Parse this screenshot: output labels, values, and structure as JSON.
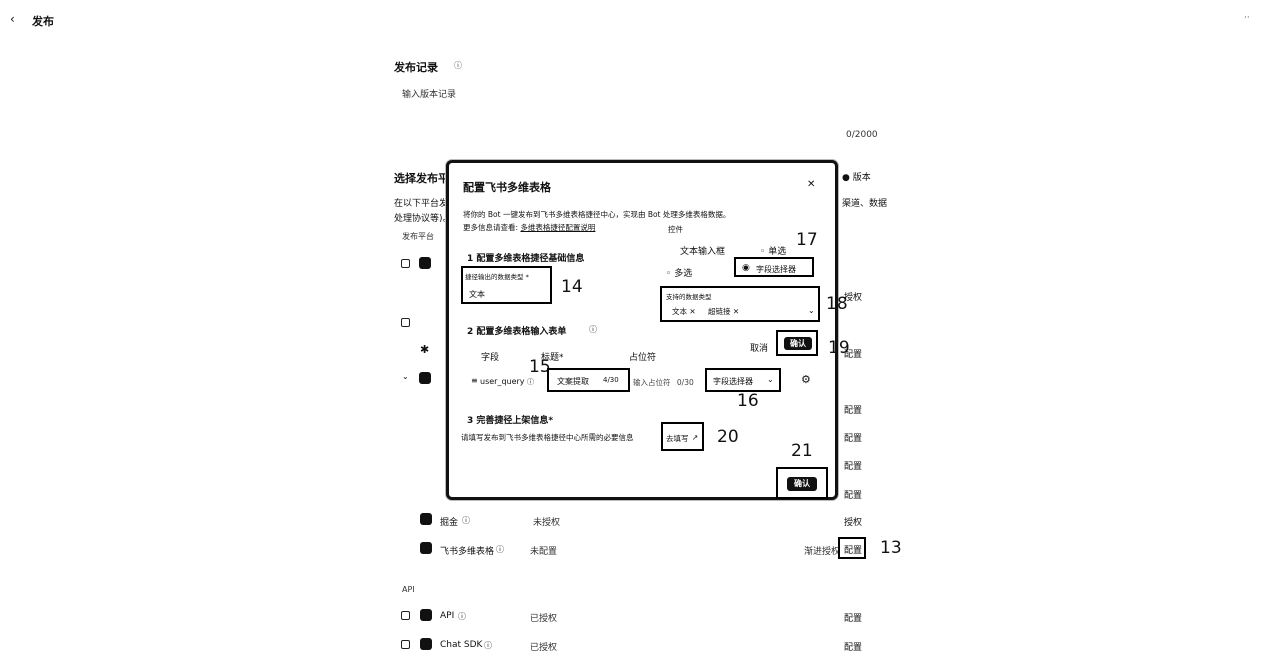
{
  "header": {
    "back_icon": "chevron-left-icon",
    "title": "发布"
  },
  "publish_record": {
    "title": "发布记录",
    "placeholder": "输入版本记录",
    "counter": "0/2000"
  },
  "platform_section": {
    "title": "选择发布平",
    "desc": "在以下平台发",
    "desc2": "处理协议等)。",
    "right_text": "渠道、数据",
    "platform_col": "发布平台",
    "right_note": "版本"
  },
  "rows": [
    {
      "label": "掘金",
      "status": "未授权",
      "action": "授权"
    },
    {
      "label": "飞书多维表格",
      "status": "未配置",
      "pending": "渐进授权",
      "action": "配置"
    }
  ],
  "right_actions": [
    "授权",
    "配置",
    "配置",
    "配置",
    "配置",
    "配置"
  ],
  "api_section": {
    "title": "API",
    "rows": [
      {
        "label": "API",
        "status": "已授权",
        "action": "配置"
      },
      {
        "label": "Chat SDK",
        "status": "已授权",
        "action": "配置"
      }
    ]
  },
  "modal": {
    "title": "配置飞书多维表格",
    "desc1": "将你的 Bot 一键发布到飞书多维表格捷径中心，实现由 Bot 处理多维表格数据。",
    "desc2_prefix": "更多信息请查看:",
    "desc2_link": "多维表格捷径配置说明",
    "step1": "1 配置多维表格捷径基础信息",
    "output_label": "捷径输出的数据类型 *",
    "output_value": "文本",
    "step2": "2 配置多维表格输入表单",
    "col_field": "字段",
    "col_title": "标题*",
    "col_placeholder": "占位符",
    "field_name": "user_query",
    "title_value": "文案提取",
    "title_count": "4/30",
    "placeholder_value": "输入占位符",
    "placeholder_count": "0/30",
    "field_selector": "字段选择器",
    "step3": "3 完善捷径上架信息*",
    "step3_desc": "请填写发布到飞书多维表格捷径中心所需的必要信息",
    "fill_link": "去填写",
    "confirm": "确认"
  },
  "popover": {
    "header": "控件",
    "option_text": "文本输入框",
    "option_single": "单选",
    "option_multi": "多选",
    "option_field": "字段选择器",
    "supported_label": "支持的数据类型",
    "tags": [
      "文本",
      "超链接"
    ],
    "cancel": "取消",
    "confirm": "确认"
  },
  "callouts": [
    "13",
    "14",
    "15",
    "16",
    "17",
    "18",
    "19",
    "20",
    "21"
  ]
}
